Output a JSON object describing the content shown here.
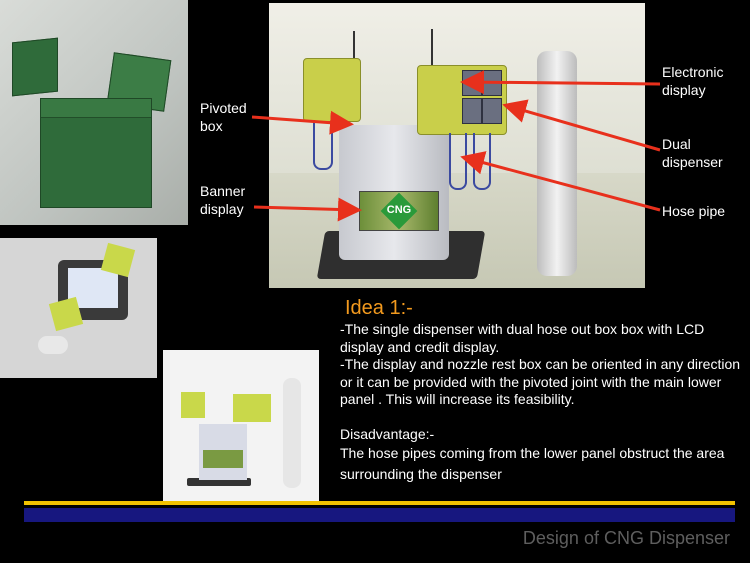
{
  "callouts": {
    "pivoted_box": "Pivoted\nbox",
    "banner_display": "Banner\ndisplay",
    "electronic_display": "Electronic\ndisplay",
    "dual_dispenser": "Dual\ndispenser",
    "hose_pipe": "Hose pipe"
  },
  "banner_text": "CNG",
  "idea": {
    "title": "Idea 1:-",
    "paragraph_1": "-The single dispenser with dual hose out box box with LCD display and credit display.",
    "paragraph_2": "-The display and nozzle rest box can be oriented in any direction or it can be provided with the pivoted joint with the main lower panel . This will increase its feasibility.",
    "disadvantage_label": "Disadvantage:-",
    "disadvantage_text": "The hose pipes coming from the lower panel obstruct the area surrounding the dispenser"
  },
  "footer": {
    "title": "Design of CNG Dispenser"
  },
  "colors": {
    "title_orange": "#f39a1e",
    "arrow_red": "#e8301c",
    "bar_yellow": "#f2c200",
    "bar_blue": "#17177f",
    "footer_gray": "#5e5e5e"
  }
}
